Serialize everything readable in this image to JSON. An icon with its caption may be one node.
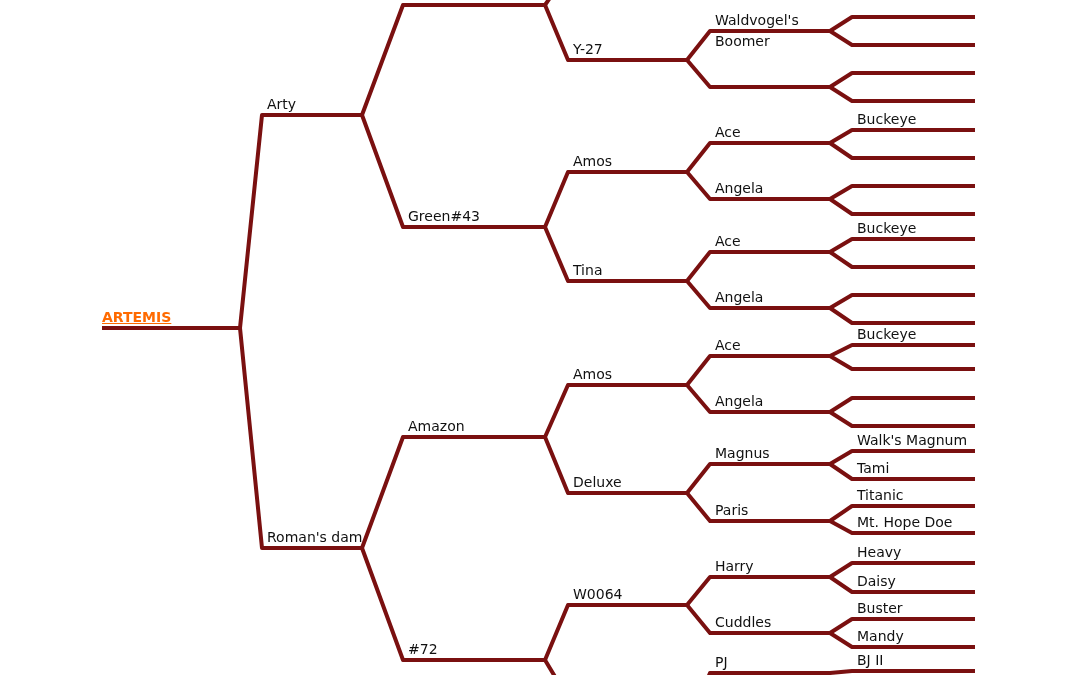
{
  "diagram": {
    "nodes": [
      {
        "text": [
          "ARTEMIS"
        ]
      },
      {
        "text": [
          "Arty"
        ]
      },
      {
        "text": [
          "Roman's dam"
        ]
      },
      {
        "text": [],
        "shape": "bar"
      },
      {
        "text": [
          "Green#43"
        ]
      },
      {
        "text": [
          "Amazon"
        ]
      },
      {
        "text": [
          "#72"
        ]
      },
      {
        "text": [
          "Y-27"
        ]
      },
      {
        "text": [
          "Amos"
        ]
      },
      {
        "text": [
          "Tina"
        ]
      },
      {
        "text": [
          "Amos"
        ]
      },
      {
        "text": [
          "Deluxe"
        ]
      },
      {
        "text": [
          "W0064"
        ]
      },
      {
        "text": [
          "Waldvogel's Boomer"
        ]
      },
      {
        "text": [],
        "shape": "bar"
      },
      {
        "text": [
          "Ace"
        ]
      },
      {
        "text": [
          "Angela"
        ]
      },
      {
        "text": [
          "Ace"
        ]
      },
      {
        "text": [
          "Angela"
        ]
      },
      {
        "text": [
          "Ace"
        ]
      },
      {
        "text": [
          "Angela"
        ]
      },
      {
        "text": [
          "Magnus"
        ]
      },
      {
        "text": [
          "Paris"
        ]
      },
      {
        "text": [
          "Harry"
        ]
      },
      {
        "text": [
          "Cuddles"
        ]
      },
      {
        "text": [
          "PJ"
        ]
      },
      {
        "text": [],
        "shape": "bar"
      },
      {
        "text": [],
        "shape": "bar"
      },
      {
        "text": [],
        "shape": "bar"
      },
      {
        "text": [],
        "shape": "bar"
      },
      {
        "text": [
          "Buckeye"
        ]
      },
      {
        "text": [],
        "shape": "bar"
      },
      {
        "text": [],
        "shape": "bar"
      },
      {
        "text": [],
        "shape": "bar"
      },
      {
        "text": [
          "Buckeye"
        ]
      },
      {
        "text": [],
        "shape": "bar"
      },
      {
        "text": [],
        "shape": "bar"
      },
      {
        "text": [],
        "shape": "bar"
      },
      {
        "text": [
          "Buckeye"
        ]
      },
      {
        "text": [],
        "shape": "bar"
      },
      {
        "text": [],
        "shape": "bar"
      },
      {
        "text": [],
        "shape": "bar"
      },
      {
        "text": [
          "Walk's Magnum"
        ]
      },
      {
        "text": [
          "Tami"
        ]
      },
      {
        "text": [
          "Titanic"
        ]
      },
      {
        "text": [
          "Mt. Hope Doe"
        ]
      },
      {
        "text": [
          "Heavy"
        ]
      },
      {
        "text": [
          "Daisy"
        ]
      },
      {
        "text": [
          "Buster"
        ]
      },
      {
        "text": [
          "Mandy"
        ]
      },
      {
        "text": [
          "BJ II"
        ]
      }
    ],
    "edges": [
      {
        "from": 0,
        "to": 1,
        "arrow": "none"
      },
      {
        "from": 0,
        "to": 2,
        "arrow": "none"
      },
      {
        "from": 1,
        "to": 3,
        "arrow": "none"
      },
      {
        "from": 1,
        "to": 4,
        "arrow": "none"
      },
      {
        "from": 2,
        "to": 5,
        "arrow": "none"
      },
      {
        "from": 2,
        "to": 6,
        "arrow": "none"
      },
      {
        "from": 3,
        "to": null,
        "arrow": "none"
      },
      {
        "from": 3,
        "to": 7,
        "arrow": "none"
      },
      {
        "from": 4,
        "to": 8,
        "arrow": "none"
      },
      {
        "from": 4,
        "to": 9,
        "arrow": "none"
      },
      {
        "from": 5,
        "to": 10,
        "arrow": "none"
      },
      {
        "from": 5,
        "to": 11,
        "arrow": "none"
      },
      {
        "from": 6,
        "to": 12,
        "arrow": "none"
      },
      {
        "from": 6,
        "to": null,
        "arrow": "none"
      },
      {
        "from": 7,
        "to": 13,
        "arrow": "none"
      },
      {
        "from": 7,
        "to": 14,
        "arrow": "none"
      },
      {
        "from": 8,
        "to": 15,
        "arrow": "none"
      },
      {
        "from": 8,
        "to": 16,
        "arrow": "none"
      },
      {
        "from": 9,
        "to": 17,
        "arrow": "none"
      },
      {
        "from": 9,
        "to": 18,
        "arrow": "none"
      },
      {
        "from": 10,
        "to": 19,
        "arrow": "none"
      },
      {
        "from": 10,
        "to": 20,
        "arrow": "none"
      },
      {
        "from": 11,
        "to": 21,
        "arrow": "none"
      },
      {
        "from": 11,
        "to": 22,
        "arrow": "none"
      },
      {
        "from": 12,
        "to": 23,
        "arrow": "none"
      },
      {
        "from": 12,
        "to": 24,
        "arrow": "none"
      },
      {
        "from": null,
        "to": 25,
        "arrow": "none"
      },
      {
        "from": 13,
        "to": 26,
        "arrow": "none"
      },
      {
        "from": 13,
        "to": 27,
        "arrow": "none"
      },
      {
        "from": 14,
        "to": 28,
        "arrow": "none"
      },
      {
        "from": 14,
        "to": 29,
        "arrow": "none"
      },
      {
        "from": 15,
        "to": 30,
        "arrow": "none"
      },
      {
        "from": 15,
        "to": 31,
        "arrow": "none"
      },
      {
        "from": 16,
        "to": 32,
        "arrow": "none"
      },
      {
        "from": 16,
        "to": 33,
        "arrow": "none"
      },
      {
        "from": 17,
        "to": 34,
        "arrow": "none"
      },
      {
        "from": 17,
        "to": 35,
        "arrow": "none"
      },
      {
        "from": 18,
        "to": 36,
        "arrow": "none"
      },
      {
        "from": 18,
        "to": 37,
        "arrow": "none"
      },
      {
        "from": 19,
        "to": 38,
        "arrow": "none"
      },
      {
        "from": 19,
        "to": 39,
        "arrow": "none"
      },
      {
        "from": 20,
        "to": 40,
        "arrow": "none"
      },
      {
        "from": 20,
        "to": 41,
        "arrow": "none"
      },
      {
        "from": 21,
        "to": 42,
        "arrow": "none"
      },
      {
        "from": 21,
        "to": 43,
        "arrow": "none"
      },
      {
        "from": 22,
        "to": 44,
        "arrow": "none"
      },
      {
        "from": 22,
        "to": 45,
        "arrow": "none"
      },
      {
        "from": 23,
        "to": 46,
        "arrow": "none"
      },
      {
        "from": 23,
        "to": 47,
        "arrow": "none"
      },
      {
        "from": 24,
        "to": 48,
        "arrow": "none"
      },
      {
        "from": 24,
        "to": 49,
        "arrow": "none"
      },
      {
        "from": 25,
        "to": 50,
        "arrow": "none"
      }
    ]
  }
}
